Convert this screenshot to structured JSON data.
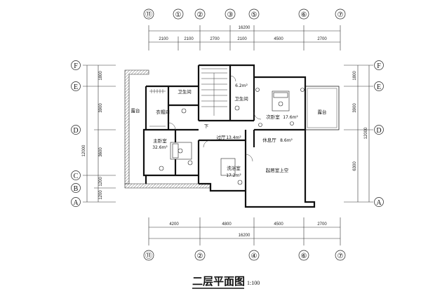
{
  "drawing": {
    "title": "二层平面图",
    "scale": "1:100"
  },
  "axes_top": [
    "⑪",
    "①",
    "②",
    "③",
    "⑤",
    "⑥",
    "⑦"
  ],
  "axes_bottom": [
    "⑪",
    "②",
    "④",
    "⑥",
    "⑦"
  ],
  "axes_rows_left": [
    "F",
    "E",
    "D",
    "C",
    "B",
    "A"
  ],
  "axes_rows_right": [
    "F",
    "E",
    "D",
    "A"
  ],
  "dims_top_total": "16200",
  "dims_top": [
    "2100",
    "2100",
    "2700",
    "2100",
    "4500",
    "2700"
  ],
  "dims_bottom": [
    "4200",
    "4800",
    "4500",
    "2700"
  ],
  "dims_bottom_total": "16200",
  "dims_left_outer": [
    "12000"
  ],
  "dims_left_inner": [
    "1800",
    "3900",
    "3600",
    "1200",
    "1200"
  ],
  "dims_right_outer": [
    "12000"
  ],
  "dims_right_inner": [
    "1800",
    "3900",
    "6300"
  ],
  "rooms": {
    "wc1": "卫生间",
    "wc2": "卫生间",
    "cloak": "衣帽间",
    "terrace_left": "露台",
    "terrace_right": "露台",
    "master": "主卧室",
    "master_area": "32.6m²",
    "hall": "过厅",
    "hall_area": "13.4m²",
    "bath": "洗浴室",
    "bath_area": "17.2m²",
    "bed2": "次卧室",
    "bed2_area": "17.6m²",
    "lounge": "休息厅",
    "lounge_area": "8.6m²",
    "void": "起居室上空",
    "wc_area": "6.2m²",
    "down": "下"
  }
}
